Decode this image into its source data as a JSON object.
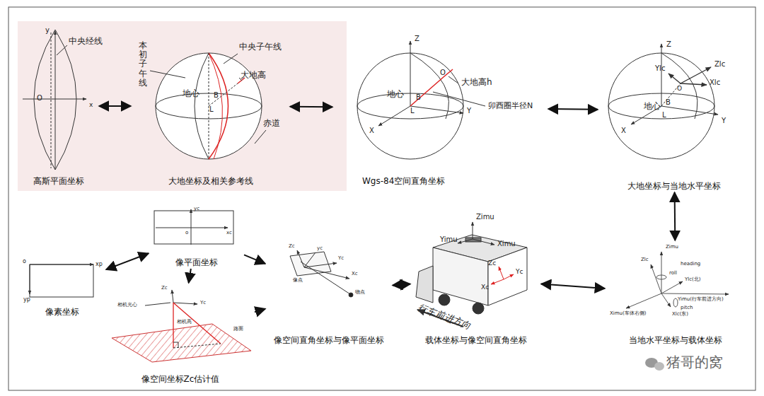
{
  "diagram": {
    "nodes": [
      {
        "text": [
          "高斯平面坐标"
        ]
      },
      {
        "text": [
          "大地坐标及相关参考线"
        ]
      },
      {
        "text": [
          "Wgs-84空间直角坐标"
        ]
      },
      {
        "text": [
          "大地坐标与当地水平坐标"
        ]
      },
      {
        "text": [
          "当地水平坐标与载体坐标"
        ]
      },
      {
        "text": [
          "载体坐标与像空间直角坐标"
        ]
      },
      {
        "text": [
          "像空间直角坐标与像平面坐标"
        ]
      },
      {
        "text": [
          "像平面坐标"
        ]
      },
      {
        "text": [
          "像素坐标"
        ]
      },
      {
        "text": [
          "像空间坐标Zc估计值"
        ]
      }
    ],
    "edges": [
      {
        "from": 0,
        "to": 1,
        "arrow": "both"
      },
      {
        "from": 1,
        "to": 2,
        "arrow": "both"
      },
      {
        "from": 2,
        "to": 3,
        "arrow": "both"
      },
      {
        "from": 3,
        "to": 4,
        "arrow": "both"
      },
      {
        "from": 4,
        "to": 5,
        "arrow": "both"
      },
      {
        "from": 5,
        "to": 6,
        "arrow": "both"
      },
      {
        "from": 8,
        "to": 7,
        "arrow": "both"
      },
      {
        "from": 7,
        "to": 6,
        "arrow": "to"
      },
      {
        "from": 7,
        "to": 9,
        "arrow": "to"
      },
      {
        "from": 9,
        "to": 6,
        "arrow": "to"
      }
    ],
    "labels": [
      "y",
      "中央经线",
      "x",
      "O",
      "本初子午线",
      "中央子午线",
      "大地高",
      "地心",
      "B",
      "L",
      "赤道",
      "Z",
      "大地高h",
      "卯酉圈半径N",
      "地心",
      "B",
      "L",
      "Y",
      "X",
      "O",
      "Z",
      "Ylc",
      "Zlc",
      "Xlc",
      "O",
      "地心",
      "B",
      "L",
      "X",
      "Y",
      "Zimu",
      "Yimu",
      "Ximu",
      "Zc",
      "Yc",
      "Xc",
      "行车前进方向",
      "Zimu",
      "Zlc",
      "roll",
      "Ylc(北)",
      "heading",
      "Yimu(行车前进方向)",
      "pitch",
      "Ximu(车体右侧)",
      "Xlc(东)",
      "yc",
      "xc",
      "o",
      "o",
      "xp",
      "yp",
      "Zc",
      "Yc",
      "相机光心",
      "相机高",
      "路面",
      "Zc",
      "yc",
      "Yc",
      "像点",
      "Xc",
      "物点",
      "猪哥的窝"
    ]
  }
}
